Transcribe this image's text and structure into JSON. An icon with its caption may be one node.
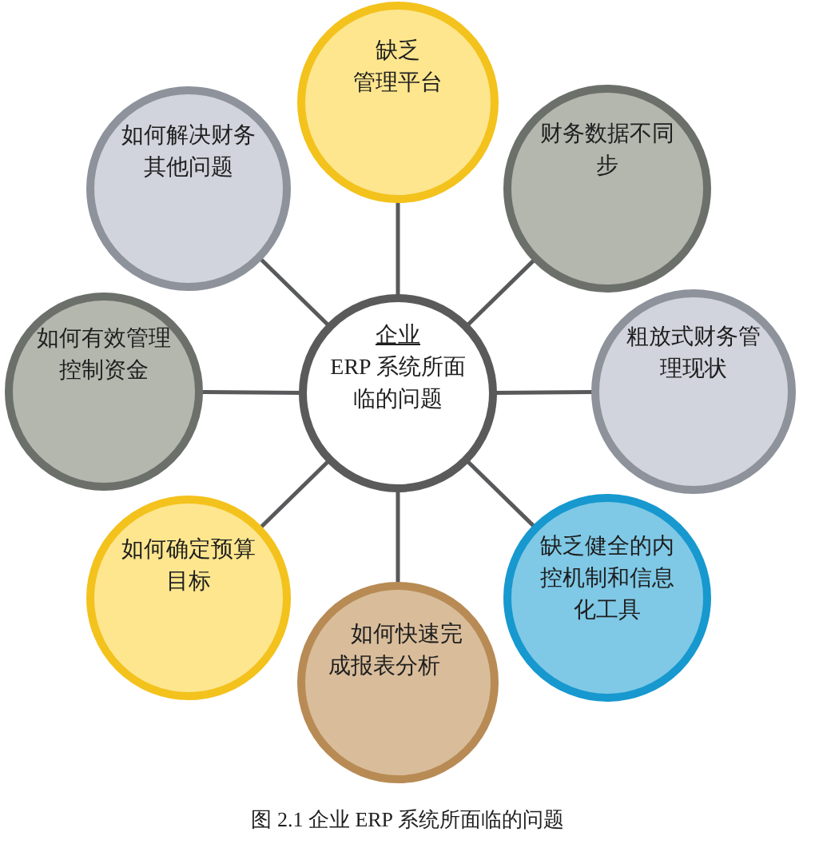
{
  "diagram": {
    "caption": "图 2.1 企业 ERP 系统所面临的问题",
    "nodes": [
      {
        "text": [
          "缺乏",
          "管理平台"
        ]
      },
      {
        "text": [
          "如何解决财务其他问题"
        ]
      },
      {
        "text": [
          "财务数据不同步"
        ]
      },
      {
        "text": [
          "如何有效管理控制资金"
        ]
      },
      {
        "text": [
          "企业",
          "ERP 系统所面临的问题"
        ]
      },
      {
        "text": [
          "粗放式财务管理现状"
        ]
      },
      {
        "text": [
          "如何确定预算目标"
        ]
      },
      {
        "text": [
          "缺乏健全的内控机制和信息化工具"
        ]
      },
      {
        "text": [
          "如何快速完成报表分析"
        ]
      }
    ],
    "edges": [
      {
        "from": 4,
        "to": 0,
        "arrow": "none"
      },
      {
        "from": 4,
        "to": 1,
        "arrow": "none"
      },
      {
        "from": 4,
        "to": 2,
        "arrow": "none"
      },
      {
        "from": 4,
        "to": 3,
        "arrow": "none"
      },
      {
        "from": 4,
        "to": 5,
        "arrow": "none"
      },
      {
        "from": 4,
        "to": 6,
        "arrow": "none"
      },
      {
        "from": 4,
        "to": 7,
        "arrow": "none"
      },
      {
        "from": 4,
        "to": 8,
        "arrow": "none"
      }
    ]
  }
}
